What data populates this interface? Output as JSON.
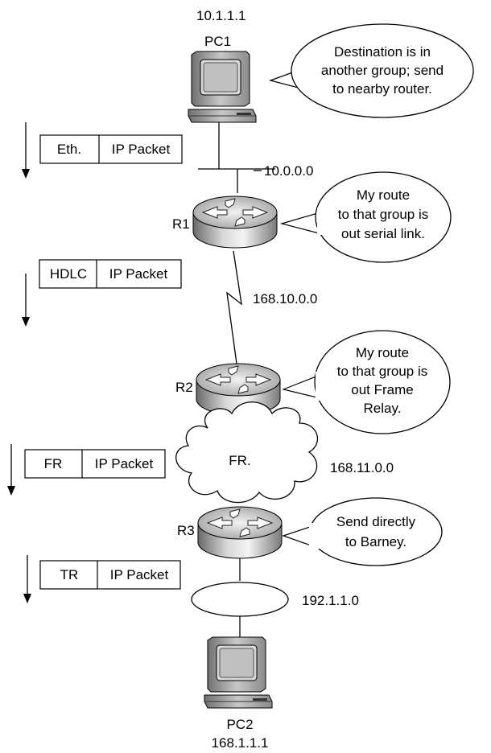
{
  "pc1": {
    "ip": "10.1.1.1",
    "label": "PC1"
  },
  "pc2": {
    "label": "PC2",
    "ip": "168.1.1.1"
  },
  "routers": {
    "r1": "R1",
    "r2": "R2",
    "r3": "R3"
  },
  "networks": {
    "ethernet": "10.0.0.0",
    "serial": "168.10.0.0",
    "frame_relay": "168.11.0.0",
    "token_ring": "192.1.1.0"
  },
  "cloud_label": "FR.",
  "bubbles": {
    "pc1": [
      "Destination is in",
      "another group; send",
      "to nearby router."
    ],
    "r1": [
      "My route",
      "to that group is",
      "out serial link."
    ],
    "r2": [
      "My route",
      "to that group is",
      "out Frame",
      "Relay."
    ],
    "r3": [
      "Send directly",
      "to Barney."
    ]
  },
  "frames": {
    "eth": {
      "header": "Eth.",
      "payload": "IP Packet"
    },
    "hdlc": {
      "header": "HDLC",
      "payload": "IP Packet"
    },
    "fr": {
      "header": "FR",
      "payload": "IP Packet"
    },
    "tr": {
      "header": "TR",
      "payload": "IP Packet"
    }
  }
}
